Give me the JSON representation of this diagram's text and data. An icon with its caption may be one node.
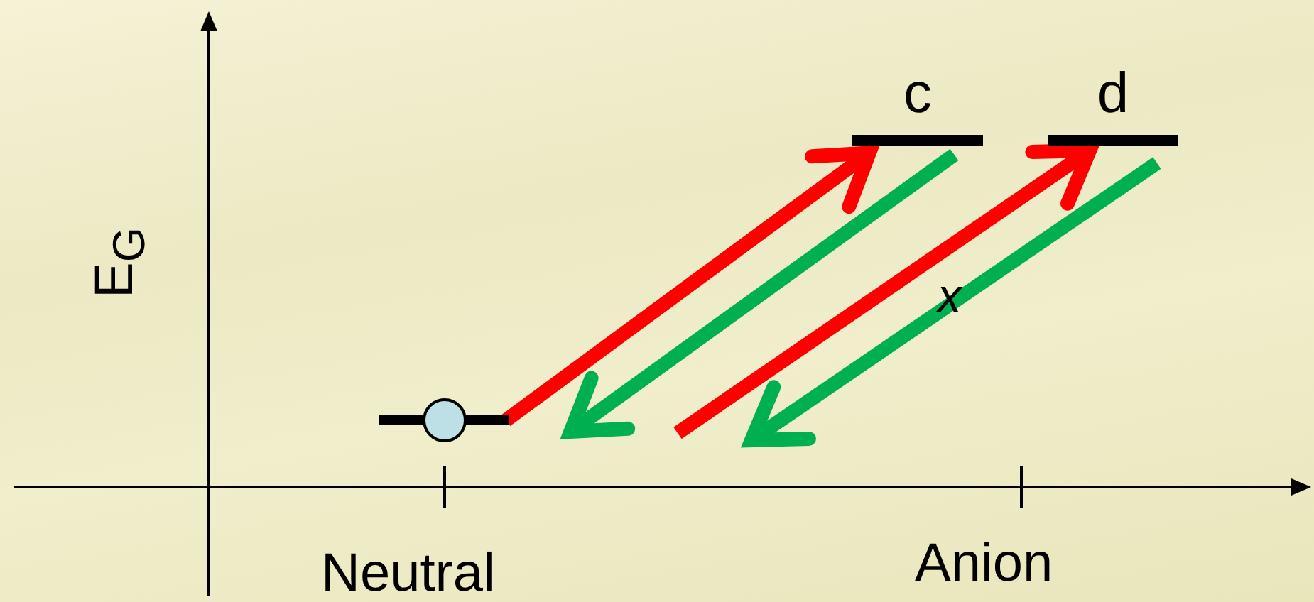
{
  "diagram": {
    "nodes": [
      {
        "text": [],
        "shape": "bar"
      },
      {
        "text": [
          "c"
        ]
      },
      {
        "text": [
          "d"
        ]
      }
    ],
    "edges": [
      {
        "from": 0,
        "to": 1,
        "arrow": "to",
        "color": "#ff0000"
      },
      {
        "from": 1,
        "to": 0,
        "arrow": "to",
        "color": "#00b050"
      },
      {
        "from": null,
        "to": 2,
        "arrow": "to",
        "color": "#ff0000"
      },
      {
        "from": 2,
        "to": null,
        "arrow": "to",
        "color": "#00b050",
        "label": "x"
      }
    ],
    "labels": [
      "E$_{G}$",
      "Neutral",
      "Anion"
    ]
  }
}
